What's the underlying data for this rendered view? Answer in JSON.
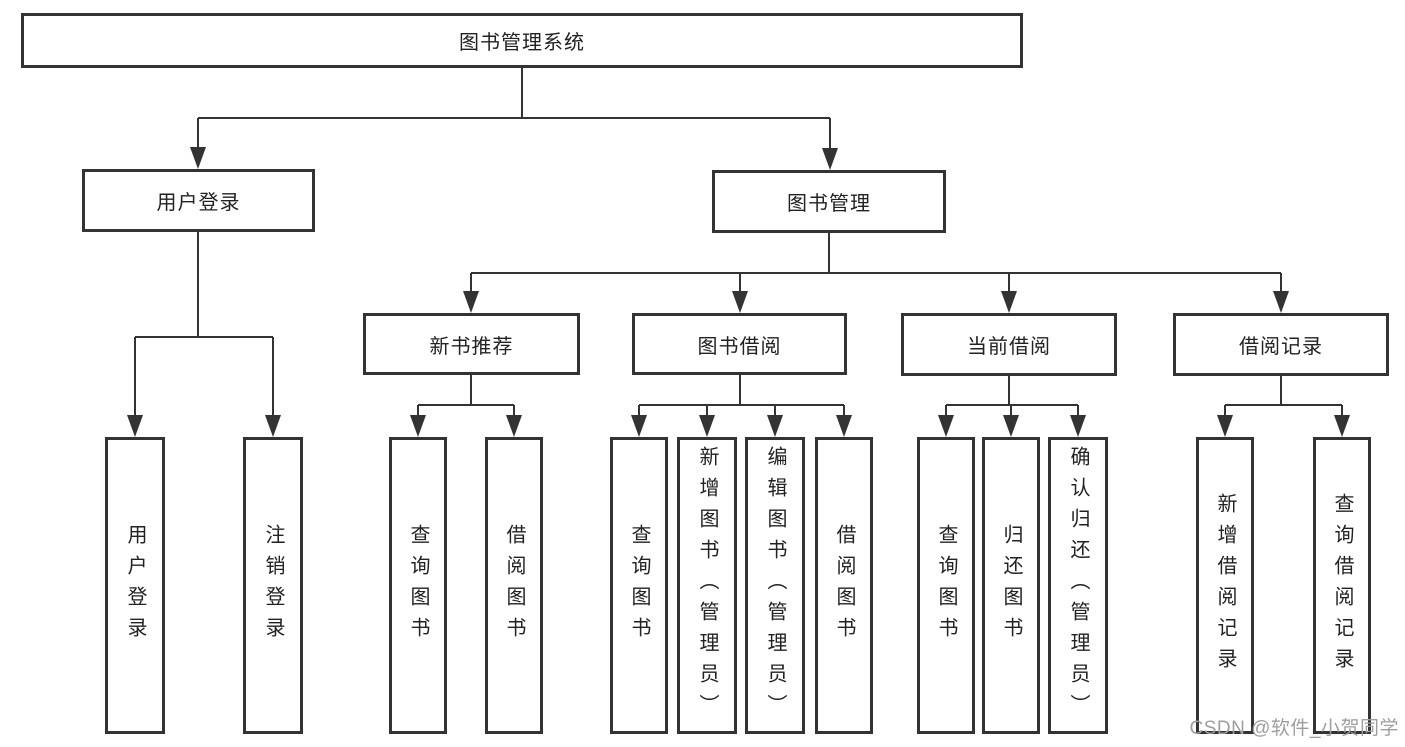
{
  "diagram": {
    "title": "图书管理系统",
    "nodes": {
      "root": "图书管理系统",
      "level2": [
        "用户登录",
        "图书管理"
      ],
      "level3": [
        "新书推荐",
        "图书借阅",
        "当前借阅",
        "借阅记录"
      ],
      "leaves_user_login": [
        "用户登录",
        "注销登录"
      ],
      "leaves_new_books": [
        "查询图书",
        "借阅图书"
      ],
      "leaves_book_borrow": [
        "查询图书",
        "新增图书（管理员）",
        "编辑图书（管理员）",
        "借阅图书"
      ],
      "leaves_current_borrow": [
        "查询图书",
        "归还图书",
        "确认归还（管理员）"
      ],
      "leaves_borrow_records": [
        "新增借阅记录",
        "查询借阅记录"
      ]
    },
    "colors": {
      "line": "#333333",
      "box_border": "#333333",
      "text": "#222222",
      "background": "#ffffff",
      "watermark": "#9e9e9e"
    }
  },
  "watermark": {
    "text": "CSDN @软件_小贺同学"
  }
}
